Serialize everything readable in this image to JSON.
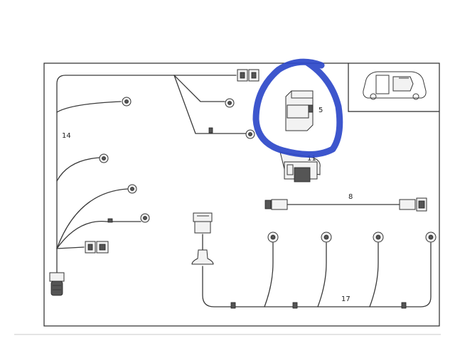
{
  "labels": {
    "bracket": "5",
    "control_unit": "11",
    "adapter_cable": "8",
    "main_harness": "14",
    "sensor_harness": "17"
  },
  "colors": {
    "highlight": "#2c48c9",
    "line": "#3a3a3a",
    "background": "#ffffff"
  },
  "icons": {
    "vehicle": "car-icon",
    "sensor": "sensor-icon",
    "connector": "connector-icon"
  }
}
